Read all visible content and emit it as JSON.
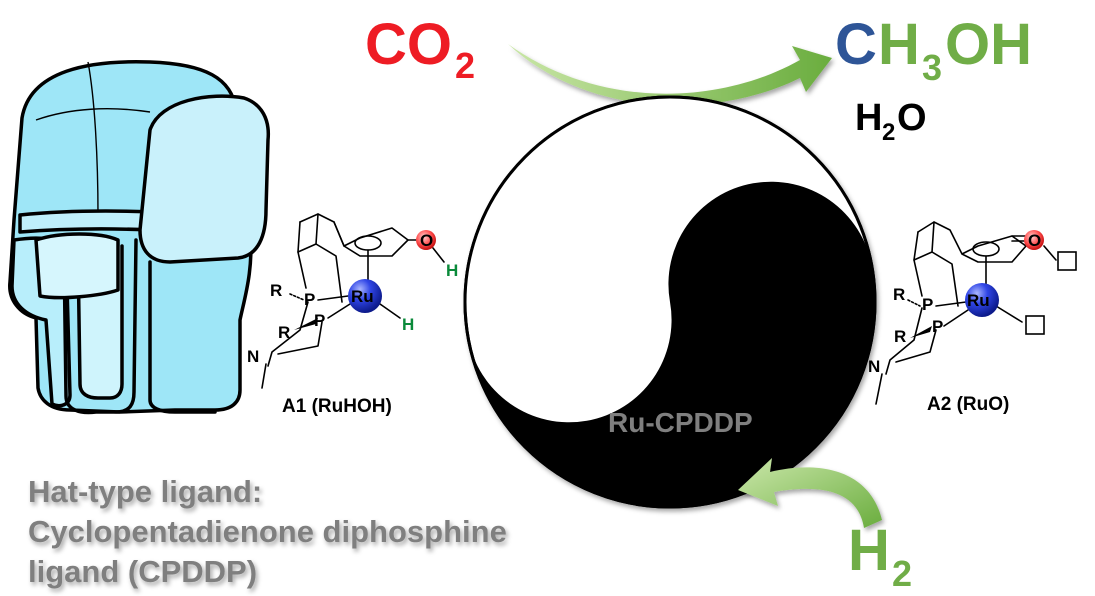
{
  "reaction": {
    "reactant_main": "CO",
    "reactant_sub": "2",
    "product_c": "C",
    "product_h": "H",
    "product_sub3": "3",
    "product_oh": "OH",
    "byproduct_h": "H",
    "byproduct_sub": "2",
    "byproduct_o": "O",
    "reagent_h": "H",
    "reagent_sub": "2"
  },
  "colors": {
    "co2": "#ee1c24",
    "carbon_blue": "#2e5597",
    "green": "#70ad47",
    "hat": "#9ee6f7",
    "caption_gray": "#7f7f7f"
  },
  "catalyst": {
    "name": "Ru-CPDDP"
  },
  "complex_a1": {
    "label": "A1 (RuHOH)",
    "metal": "Ru",
    "p_upper": "P",
    "p_lower": "P",
    "r_upper": "R",
    "r_lower": "R",
    "n": "N",
    "o": "O",
    "h_oxygen": "H",
    "h_metal": "H"
  },
  "complex_a2": {
    "label": "A2 (RuO)",
    "metal": "Ru",
    "p_upper": "P",
    "p_lower": "P",
    "r_upper": "R",
    "r_lower": "R",
    "n": "N",
    "o": "O"
  },
  "caption": {
    "line1": "Hat-type ligand:",
    "line2": "Cyclopentadienone diphosphine",
    "line3": "ligand (CPDDP)"
  },
  "icons": [
    "hat-ligand-icon",
    "yin-yang-icon",
    "curved-arrow-icon"
  ]
}
